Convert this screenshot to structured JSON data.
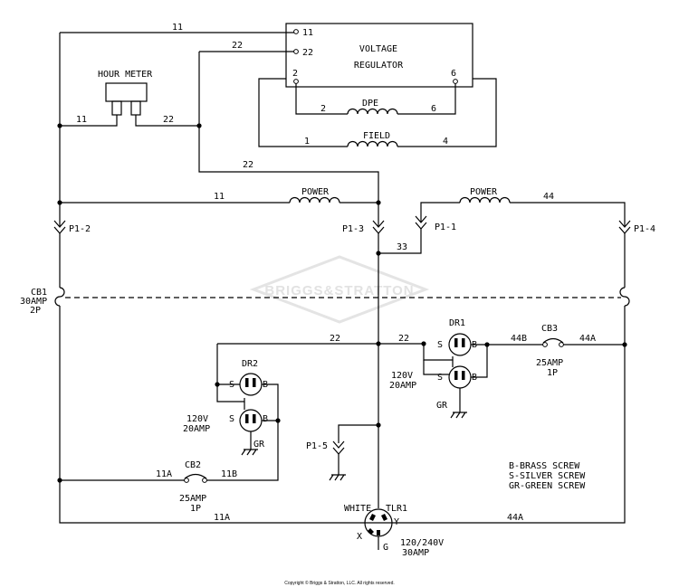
{
  "components": {
    "voltage_regulator": {
      "line1": "VOLTAGE",
      "line2": "REGULATOR",
      "t11": "11",
      "t22": "22",
      "t2": "2",
      "t6": "6"
    },
    "hour_meter": {
      "label": "HOUR METER"
    },
    "dpe_coil": {
      "label": "DPE",
      "left": "2",
      "right": "6"
    },
    "field_coil": {
      "label": "FIELD",
      "left": "1",
      "right": "4"
    },
    "power_coil_left": {
      "label": "POWER"
    },
    "power_coil_right": {
      "label": "POWER"
    },
    "cb1": {
      "name": "CB1",
      "rating": "30AMP",
      "poles": "2P"
    },
    "cb2": {
      "name": "CB2",
      "rating": "25AMP",
      "poles": "1P"
    },
    "cb3": {
      "name": "CB3",
      "rating": "25AMP",
      "poles": "1P"
    },
    "dr1": {
      "name": "DR1",
      "volts": "120V",
      "amps": "20AMP",
      "s": "S",
      "b": "B",
      "s2": "S",
      "b2": "B",
      "gr": "GR"
    },
    "dr2": {
      "name": "DR2",
      "volts": "120V",
      "amps": "20AMP",
      "s": "S",
      "b": "B",
      "s2": "S",
      "b2": "B",
      "gr": "GR"
    },
    "tlr1": {
      "name": "TLR1",
      "color": "WHITE",
      "x": "X",
      "y": "Y",
      "g": "G",
      "volts": "120/240V",
      "amps": "30AMP"
    }
  },
  "connectors": {
    "p1_1": "P1-1",
    "p1_2": "P1-2",
    "p1_3": "P1-3",
    "p1_4": "P1-4",
    "p1_5": "P1-5"
  },
  "wires": {
    "w11_top": "11",
    "w22_top": "22",
    "w11_meter": "11",
    "w22_meter": "22",
    "w22_mid": "22",
    "w11_power": "11",
    "w44_power": "44",
    "w33": "33",
    "w22_bus": "22",
    "w22_dr1": "22",
    "w44b": "44B",
    "w44a": "44A",
    "w11a_cb2": "11A",
    "w11b": "11B",
    "w11a_bottom": "11A",
    "w44a_bottom": "44A"
  },
  "legend": {
    "line1": "B-BRASS SCREW",
    "line2": "S-SILVER SCREW",
    "line3": "GR-GREEN SCREW"
  },
  "watermark": "BRIGGS&STRATTON",
  "copyright": "Copyright © Briggs & Stratton, LLC. All rights reserved."
}
